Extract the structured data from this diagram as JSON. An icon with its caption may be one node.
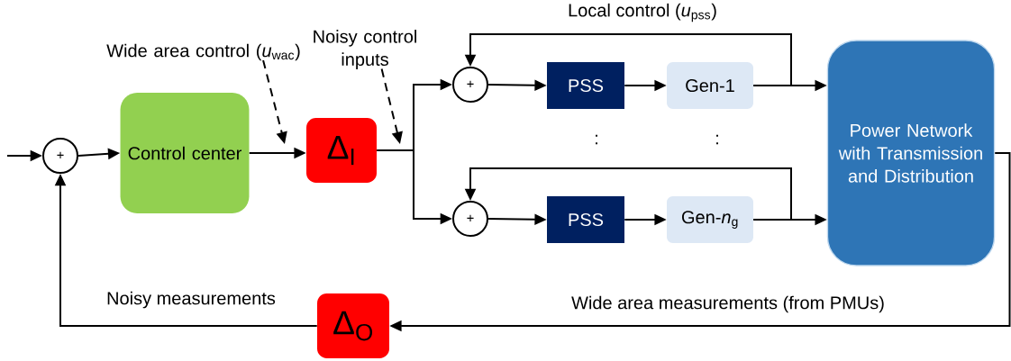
{
  "diagram": {
    "nodes": [
      {
        "text": [
          "+"
        ]
      },
      {
        "text": [
          "Control center"
        ]
      },
      {
        "text": [
          "Δ$_{I}$"
        ]
      },
      {
        "text": [
          "+"
        ]
      },
      {
        "text": [
          "PSS"
        ]
      },
      {
        "text": [
          "Gen-1"
        ]
      },
      {
        "text": [
          "+"
        ]
      },
      {
        "text": [
          "PSS"
        ]
      },
      {
        "text": [
          "Gen-*n*$_{g}$"
        ]
      },
      {
        "text": [
          "Power Network with Transmission and Distribution"
        ]
      },
      {
        "text": [
          "Δ$_{O}$"
        ]
      },
      {
        "text": [
          "Wide area control (*u*$_{wac}$)"
        ]
      },
      {
        "text": [
          "Noisy control inputs"
        ]
      }
    ],
    "edges": [
      {
        "from": null,
        "to": 0,
        "arrow": "to"
      },
      {
        "from": 0,
        "to": 1,
        "arrow": "to"
      },
      {
        "from": 1,
        "to": 2,
        "arrow": "to"
      },
      {
        "from": 2,
        "to": 3,
        "arrow": "to"
      },
      {
        "from": 2,
        "to": 6,
        "arrow": "to"
      },
      {
        "from": 3,
        "to": 4,
        "arrow": "to"
      },
      {
        "from": 4,
        "to": 5,
        "arrow": "to"
      },
      {
        "from": 5,
        "to": 9,
        "arrow": "to"
      },
      {
        "from": 5,
        "to": 3,
        "arrow": "to"
      },
      {
        "from": 6,
        "to": 7,
        "arrow": "to"
      },
      {
        "from": 7,
        "to": 8,
        "arrow": "to"
      },
      {
        "from": 8,
        "to": 9,
        "arrow": "to"
      },
      {
        "from": 8,
        "to": 6,
        "arrow": "to"
      },
      {
        "from": 9,
        "to": 10,
        "arrow": "to"
      },
      {
        "from": 10,
        "to": 0,
        "arrow": "to"
      },
      {
        "from": 11,
        "to": null,
        "arrow": "to",
        "style": "dashed"
      },
      {
        "from": 12,
        "to": null,
        "arrow": "to",
        "style": "dashed"
      }
    ],
    "labels": [
      "Local control (*u*$_{pss}$)",
      ":",
      ":",
      "Noisy measurements",
      "Wide area measurements (from PMUs)"
    ]
  }
}
